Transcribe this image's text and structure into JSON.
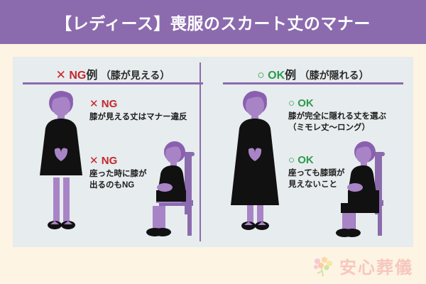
{
  "title": "【レディース】喪服のスカート丈のマナー",
  "columns": {
    "ng": {
      "mark": "✕",
      "word": "NG",
      "suffix": "例",
      "paren": "（膝が見える）",
      "notes": [
        {
          "mark": "✕",
          "label": "NG",
          "body": "膝が見える丈はマナー違反"
        },
        {
          "mark": "✕",
          "label": "NG",
          "body": "座った時に膝が\n出るのもNG"
        }
      ]
    },
    "ok": {
      "mark": "○",
      "word": "OK",
      "suffix": "例",
      "paren": "（膝が隠れる）",
      "notes": [
        {
          "mark": "○",
          "label": "OK",
          "body": "膝が完全に隠れる丈を選ぶ\n（ミモレ丈～ロング）"
        },
        {
          "mark": "○",
          "label": "OK",
          "body": "座っても膝頭が\n見えないこと"
        }
      ]
    }
  },
  "logo": {
    "text": "安心葬儀"
  },
  "colors": {
    "header_bg": "#8B6BAE",
    "page_bg": "#FDF4E3",
    "panel_bg": "#E7ECEE",
    "ng_red": "#C2282C",
    "ok_green": "#2E9B4E",
    "skin_purple": "#A884C6",
    "hair_purple": "#8B5FB0",
    "dress_black": "#111111",
    "chair_purple": "#8B6BAE",
    "logo_peach": "#F6C7BE"
  }
}
